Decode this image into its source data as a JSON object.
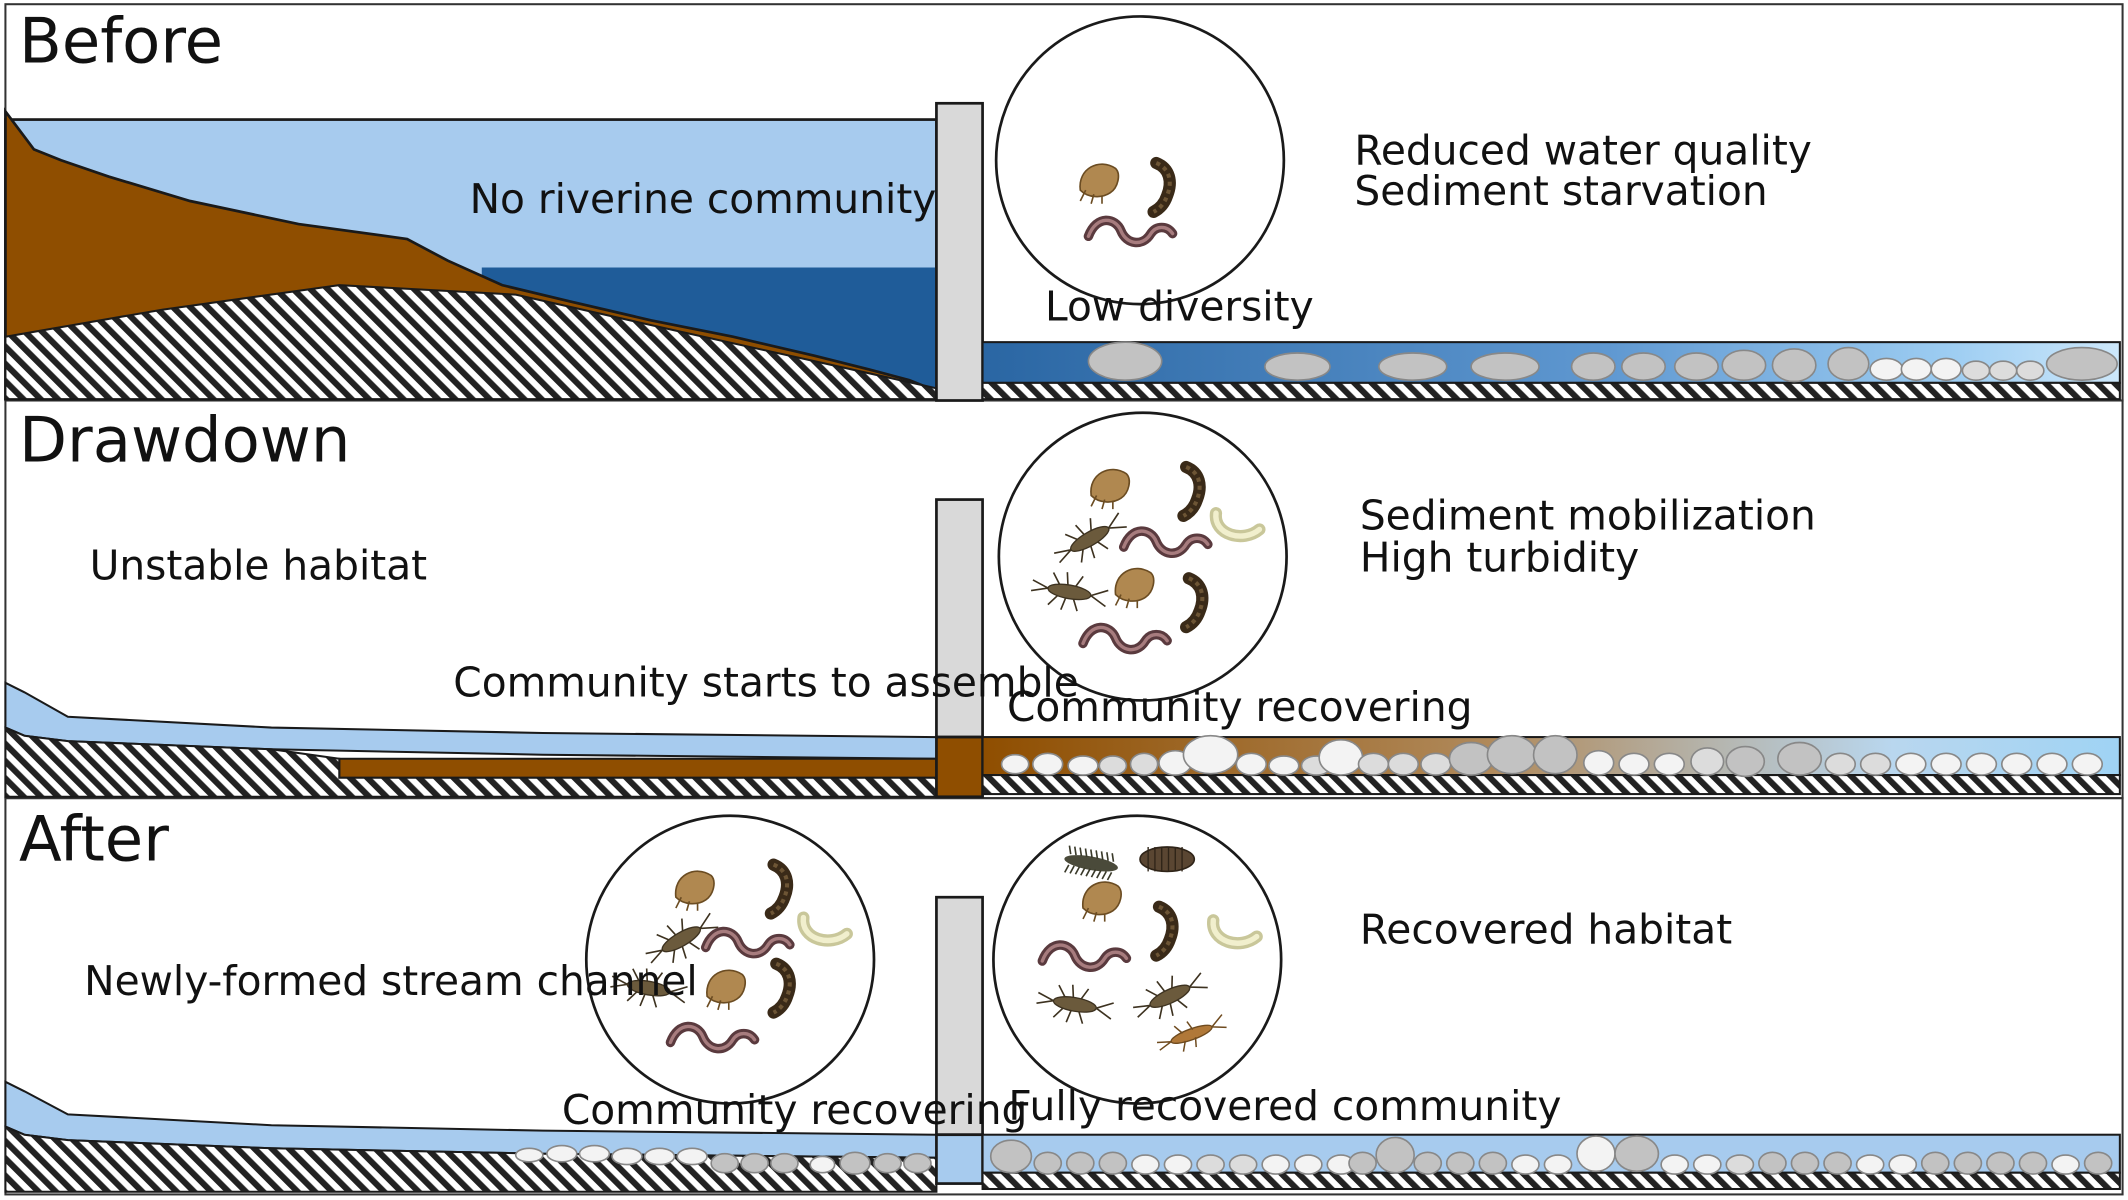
{
  "colors": {
    "reservoir_light": "#a7cbee",
    "reservoir_deep": "#1f5c99",
    "sediment": "#8f4e00",
    "dam": "#d9d9d9",
    "stone_dark": "#c6c6c6",
    "stone_light": "#eeeeee",
    "outline": "#1a1a1a"
  },
  "panels": {
    "before": {
      "title": "Before",
      "upstream_label": "No riverine community",
      "circle_label": "Low diversity",
      "effects": [
        "Reduced water quality",
        "Sediment starvation"
      ],
      "organism_icons": [
        "amphipod-icon",
        "chironomid-icon",
        "worm-icon"
      ]
    },
    "drawdown": {
      "title": "Drawdown",
      "habitat_label": "Unstable habitat",
      "upstream_label": "Community starts to assemble",
      "circle_label": "Community recovering",
      "effects": [
        "Sediment mobilization",
        "High turbidity"
      ],
      "organism_icons": [
        "amphipod-icon",
        "chironomid-icon",
        "larva-icon",
        "mayfly-icon",
        "worm-icon",
        "mayfly-icon",
        "amphipod-icon",
        "chironomid-icon",
        "worm-icon"
      ]
    },
    "after": {
      "title": "After",
      "habitat_label": "Newly-formed stream channel",
      "upstream_circle_label": "Community recovering",
      "circle_label": "Fully recovered community",
      "effects": [
        "Recovered habitat"
      ],
      "upstream_organism_icons": [
        "amphipod-icon",
        "chironomid-icon",
        "larva-icon",
        "mayfly-icon",
        "worm-icon",
        "mayfly-icon",
        "amphipod-icon",
        "chironomid-icon",
        "worm-icon"
      ],
      "organism_icons": [
        "centipede-icon",
        "isopod-icon",
        "amphipod-icon",
        "chironomid-icon",
        "larva-icon",
        "worm-icon",
        "mayfly-icon",
        "mayfly-icon",
        "stonefly-icon"
      ]
    }
  }
}
